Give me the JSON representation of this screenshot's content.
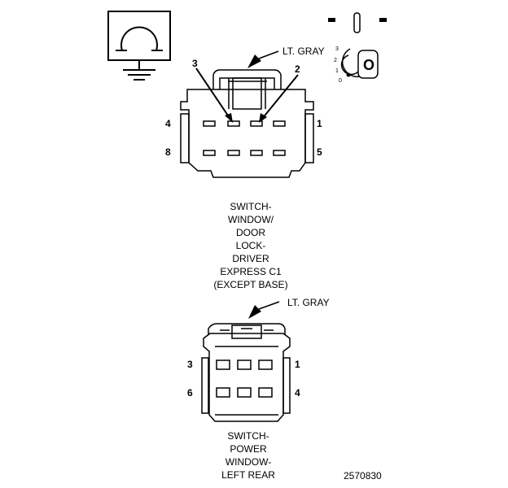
{
  "ohmmeter_icon": "ohm-meter-symbol",
  "key_icon": "ignition-key-symbol",
  "key_positions": [
    "3",
    "2",
    "1",
    "0"
  ],
  "key_label": "O",
  "connector1": {
    "color_label": "LT. GRAY",
    "pins": {
      "top_left": "4",
      "top_right": "1",
      "bottom_left": "8",
      "bottom_right": "5",
      "callout_left": "3",
      "callout_right": "2"
    },
    "caption": [
      "SWITCH-",
      "WINDOW/",
      "DOOR",
      "LOCK-",
      "DRIVER",
      "EXPRESS C1",
      "(EXCEPT BASE)"
    ]
  },
  "connector2": {
    "color_label": "LT. GRAY",
    "pins": {
      "top_left": "3",
      "top_right": "1",
      "bottom_left": "6",
      "bottom_right": "4"
    },
    "caption": [
      "SWITCH-",
      "POWER",
      "WINDOW-",
      "LEFT REAR"
    ]
  },
  "figure_id": "2570830"
}
